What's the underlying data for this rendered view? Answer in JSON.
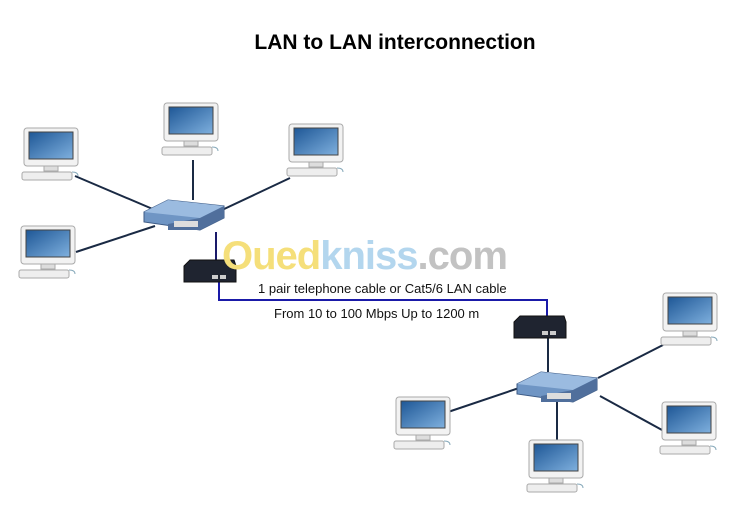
{
  "title": "LAN to LAN interconnection",
  "cable_label": "1 pair telephone cable or Cat5/6 LAN cable",
  "speed_label": "From 10 to 100 Mbps Up to 1200 m",
  "watermark": {
    "part1": "Oued",
    "part2": "kniss",
    "part3": ".com"
  },
  "colors": {
    "cable": "#1a1aa8",
    "line": "#1a2a44",
    "switch": "#5f88bb",
    "screen": "#2f6aa8"
  }
}
